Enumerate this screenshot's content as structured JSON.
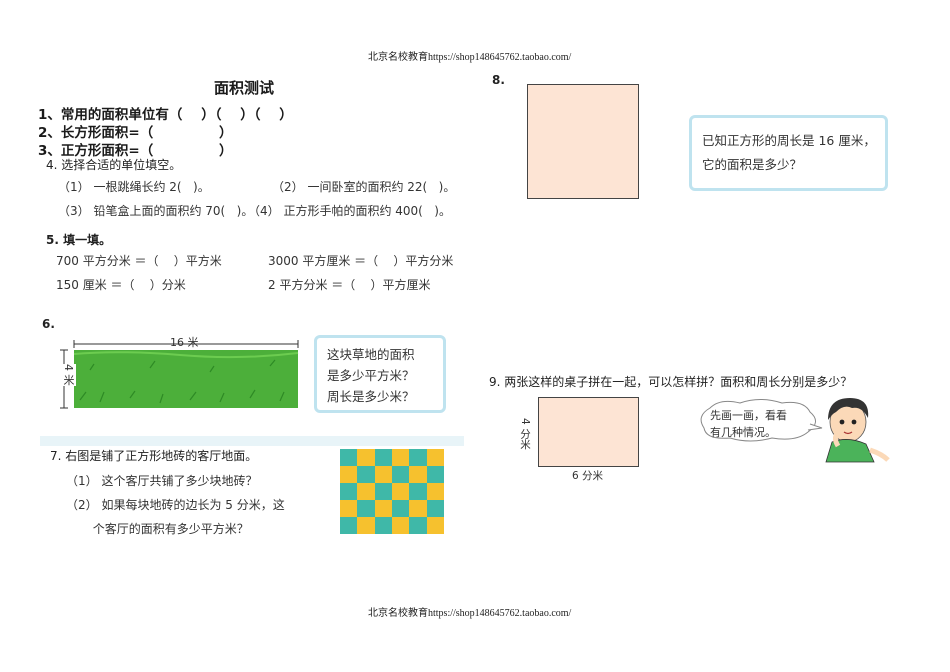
{
  "header": {
    "text": "北京名校教育https://shop148645762.taobao.com/"
  },
  "footer": {
    "text": "北京名校教育https://shop148645762.taobao.com/"
  },
  "title": "面积测试",
  "q1": "1、常用的面积单位有（    ）（    ）（    ）",
  "q2": "2、长方形面积=（              ）",
  "q3": "3、正方形面积=（              ）",
  "q4": {
    "label": "4. 选择合适的单位填空。",
    "items": [
      "（1） 一根跳绳长约 2(   )。",
      "（2） 一间卧室的面积约 22(   )。",
      "（3） 铅笔盒上面的面积约 70(   )。",
      "（4） 正方形手帕的面积约 400(   )。"
    ]
  },
  "q5": {
    "label": "5. 填一填。",
    "items": [
      "700 平方分米 ＝（    ）平方米",
      "3000 平方厘米 ＝（    ）平方分米",
      "150 厘米 ＝（    ）分米",
      "2 平方分米 ＝（    ）平方厘米"
    ]
  },
  "q6": {
    "label": "6.",
    "width_label": "16 米",
    "height_label": "4 米",
    "bubble": [
      "这块草地的面积",
      "是多少平方米？",
      "周长是多少米？"
    ]
  },
  "q7": {
    "label": "7. 右图是铺了正方形地砖的客厅地面。",
    "lines": [
      "（1） 这个客厅共铺了多少块地砖？",
      "（2） 如果每块地砖的边长为 5 分米，这",
      "       个客厅的面积有多少平方米？"
    ],
    "tiles": {
      "rows": 5,
      "cols": 6,
      "color_a": "#3fb8a8",
      "color_b": "#f6c12e"
    }
  },
  "q8": {
    "label": "8.",
    "bubble": [
      "已知正方形的周长是 16 厘米，",
      "它的面积是多少？"
    ]
  },
  "q9": {
    "label": "9. 两张这样的桌子拼在一起，可以怎样拼？面积和周长分别是多少？",
    "width_label": "6 分米",
    "height_label": "4 分米",
    "speech": [
      "先画一画，看看",
      "有几种情况。"
    ]
  },
  "colors": {
    "grass": "#4caf3a",
    "square_fill": "#fde4d4",
    "bubble_border": "#bfe3ef",
    "q7_band": "#e8f4f8"
  },
  "icons": {
    "boy": "cartoon-boy-icon"
  }
}
